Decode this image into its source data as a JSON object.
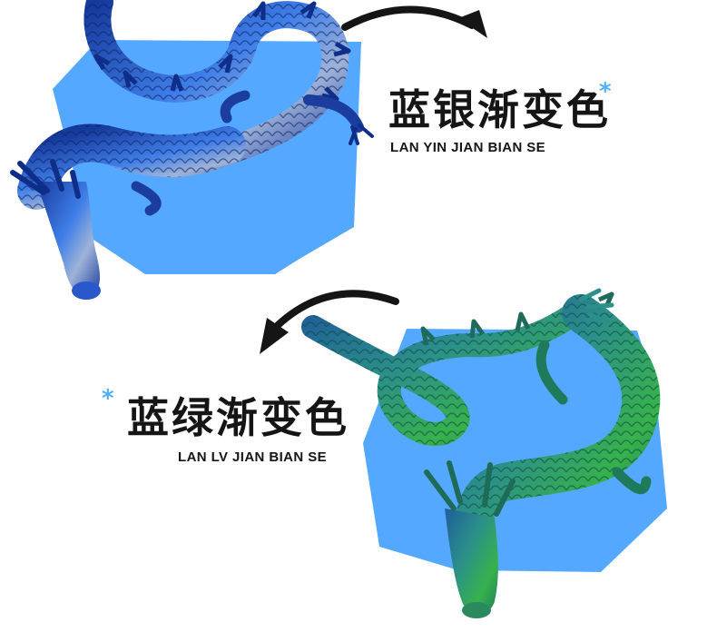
{
  "colors": {
    "panel_blue": "#55a8ff",
    "dragon_blue_dark": "#0f2e8a",
    "dragon_blue_light": "#3f7ee8",
    "dragon_silver": "#a7b8d8",
    "dragon_green": "#2fae4b",
    "dragon_green_dark": "#1e6b5a",
    "accent_star": "#4fb0ff",
    "text": "#151515"
  },
  "top_item": {
    "title": "蓝银渐变色",
    "pinyin": "LAN YIN JIAN BIAN SE",
    "star": "*",
    "icon": "arrow-curved-right-icon"
  },
  "bottom_item": {
    "title": "蓝绿渐变色",
    "pinyin": "LAN LV JIAN BIAN SE",
    "star": "*",
    "icon": "arrow-curved-left-icon"
  }
}
